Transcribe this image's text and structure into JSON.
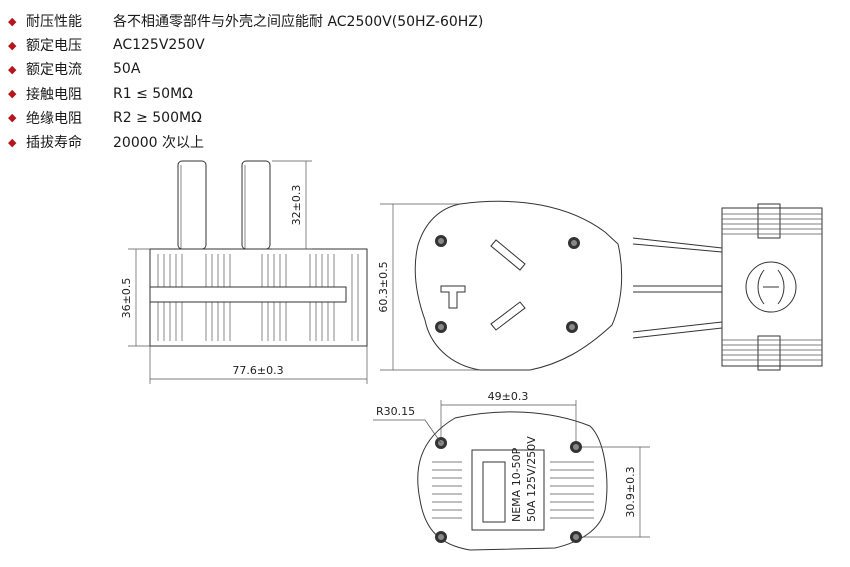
{
  "specs": [
    {
      "label": "耐压性能",
      "value": "各不相通零部件与外壳之间应能耐 AC2500V(50HZ-60HZ)"
    },
    {
      "label": "额定电压",
      "value": "AC125V250V"
    },
    {
      "label": "额定电流",
      "value": "50A"
    },
    {
      "label": "接触电阻",
      "value": "R1 ≤ 50MΩ"
    },
    {
      "label": "绝缘电阻",
      "value": "R2 ≥ 500MΩ"
    },
    {
      "label": "插拔寿命",
      "value": "20000 次以上"
    }
  ],
  "bullet_color": "#b5161b",
  "dimensions": {
    "pin_height": "32±0.3",
    "body_height": "36±0.5",
    "body_width": "77.6±0.3",
    "face_height": "60.3±0.5",
    "back_width": "49±0.3",
    "radius": "R30.15",
    "back_height": "30.9±0.3"
  },
  "label_lines": [
    "NEMA 10-50P",
    "50A 125V/250V"
  ]
}
